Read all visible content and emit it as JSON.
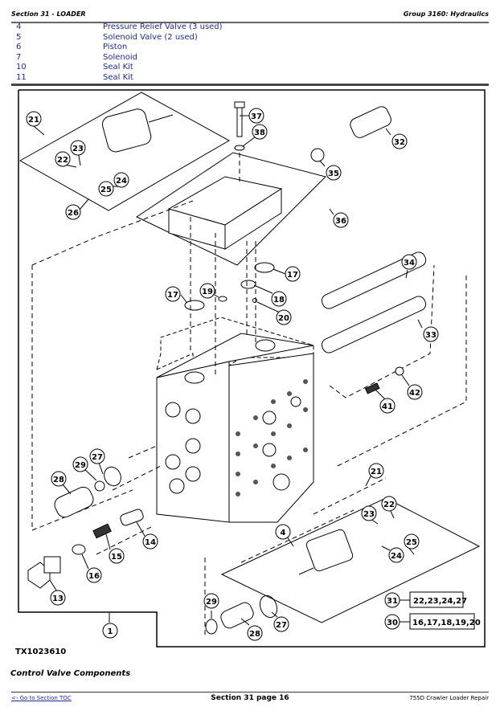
{
  "header": {
    "section": "Section 31 - LOADER",
    "group": "Group 3160: Hydraulics"
  },
  "parts_list": [
    {
      "num": "4",
      "desc": "Pressure Relief Valve (3 used)"
    },
    {
      "num": "5",
      "desc": "Solenoid Valve (2 used)"
    },
    {
      "num": "6",
      "desc": "Piston"
    },
    {
      "num": "7",
      "desc": "Solenoid"
    },
    {
      "num": "10",
      "desc": "Seal Kit"
    },
    {
      "num": "11",
      "desc": "Seal Kit"
    }
  ],
  "diagram": {
    "callouts": [
      "1",
      "4",
      "13",
      "14",
      "15",
      "16",
      "17",
      "17",
      "18",
      "19",
      "20",
      "21",
      "21",
      "22",
      "22",
      "23",
      "23",
      "24",
      "24",
      "25",
      "25",
      "26",
      "27",
      "27",
      "28",
      "28",
      "29",
      "29",
      "30",
      "31",
      "32",
      "33",
      "34",
      "35",
      "36",
      "37",
      "38",
      "41",
      "42"
    ],
    "kits": [
      {
        "num": "31",
        "contents": "22,23,24,27"
      },
      {
        "num": "30",
        "contents": "16,17,18,19,20"
      }
    ],
    "figure_id": "TX1023610"
  },
  "caption": "Control Valve Components",
  "footer": {
    "toc_link": "<- Go to Section TOC",
    "page": "Section 31 page 16",
    "manual": "755D Crawler Loader Repair"
  }
}
